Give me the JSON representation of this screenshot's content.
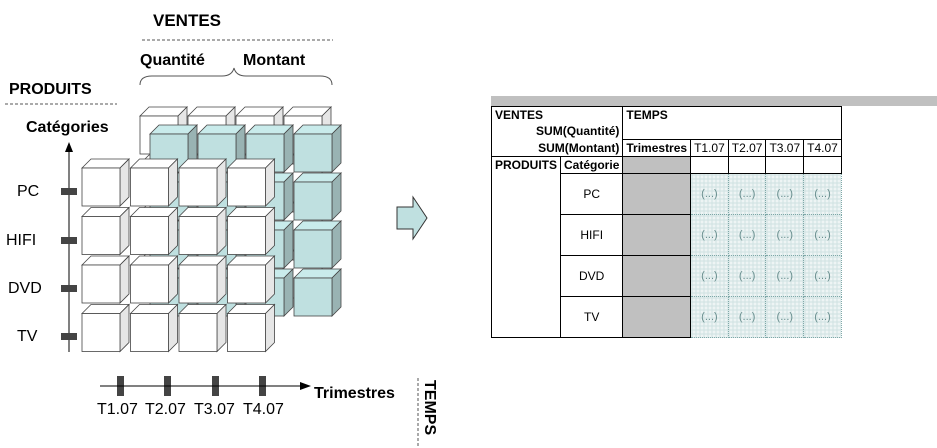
{
  "cube": {
    "ventes_label": "VENTES",
    "measures": [
      "Quantité",
      "Montant"
    ],
    "produits_label": "PRODUITS",
    "categories_label": "Catégories",
    "products": [
      "PC",
      "HIFI",
      "DVD",
      "TV"
    ],
    "periods": [
      "T1.07",
      "T2.07",
      "T3.07",
      "T4.07"
    ],
    "trimestres_label": "Trimestres",
    "temps_label": "TEMPS"
  },
  "table": {
    "ventes": "VENTES",
    "temps": "TEMPS",
    "sum_quantite": "SUM(Quantité)",
    "sum_montant": "SUM(Montant)",
    "trimestres": "Trimestres",
    "periods": [
      "T1.07",
      "T2.07",
      "T3.07",
      "T4.07"
    ],
    "produits": "PRODUITS",
    "categorie": "Catégorie",
    "rows": [
      "PC",
      "HIFI",
      "DVD",
      "TV"
    ],
    "placeholder": "(...)"
  },
  "colors": {
    "teal_cube": "#bfe0e0",
    "white_cube": "#ffffff",
    "gray": "#c0c0c0"
  }
}
